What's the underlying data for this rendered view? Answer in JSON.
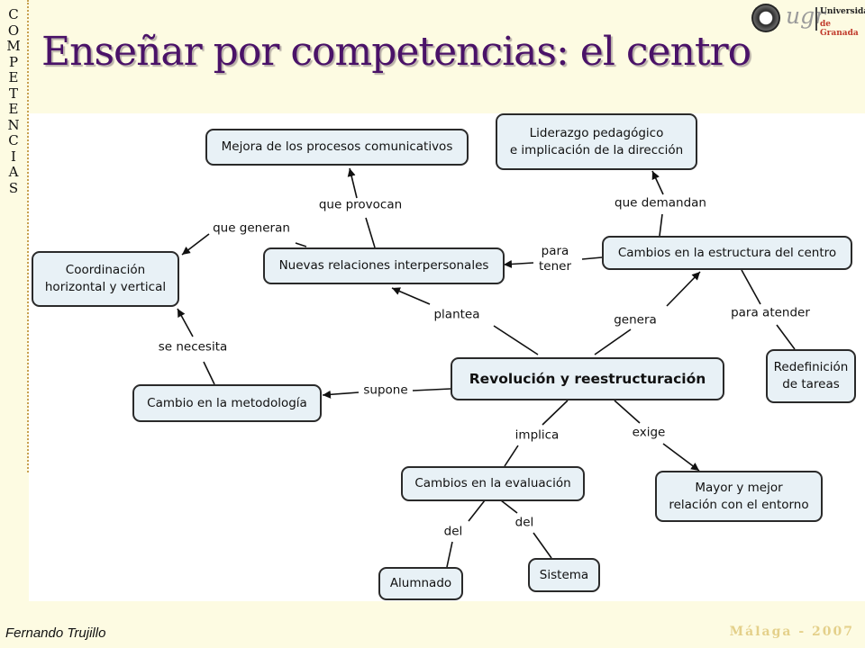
{
  "sidebar": {
    "letters": [
      "C",
      "O",
      "M",
      "P",
      "E",
      "T",
      "E",
      "N",
      "C",
      "I",
      "A",
      "S"
    ]
  },
  "header": {
    "title": "Enseñar por competencias: el centro",
    "logo": {
      "ugr": "ugr",
      "line1": "Universidad",
      "line2": "de Granada"
    }
  },
  "concept_map": {
    "node_fill": "#e8f1f6",
    "border_color": "#2a2a2a",
    "nodes": {
      "mejora": "Mejora de los procesos comunicativos",
      "liderazgo": "Liderazgo pedagógico\ne implicación de la dirección",
      "coordinacion": "Coordinación\nhorizontal y vertical",
      "nuevas": "Nuevas relaciones interpersonales",
      "cambios_estructura": "Cambios en la estructura del centro",
      "redefinicion": "Redefinición\nde tareas",
      "revolucion": "Revolución y reestructuración",
      "metodologia": "Cambio en la metodología",
      "evaluacion": "Cambios en la evaluación",
      "mayor": "Mayor y mejor\nrelación con el entorno",
      "alumnado": "Alumnado",
      "sistema": "Sistema"
    },
    "links": {
      "que_provocan": "que provocan",
      "que_generan": "que generan",
      "que_demandan": "que demandan",
      "para_tener": "para\ntener",
      "plantea": "plantea",
      "genera": "genera",
      "para_atender": "para atender",
      "se_necesita": "se necesita",
      "supone": "supone",
      "implica": "implica",
      "exige": "exige",
      "del_1": "del",
      "del_2": "del"
    }
  },
  "footer": {
    "author": "Fernando Trujillo",
    "right": "Málaga - 2007"
  }
}
